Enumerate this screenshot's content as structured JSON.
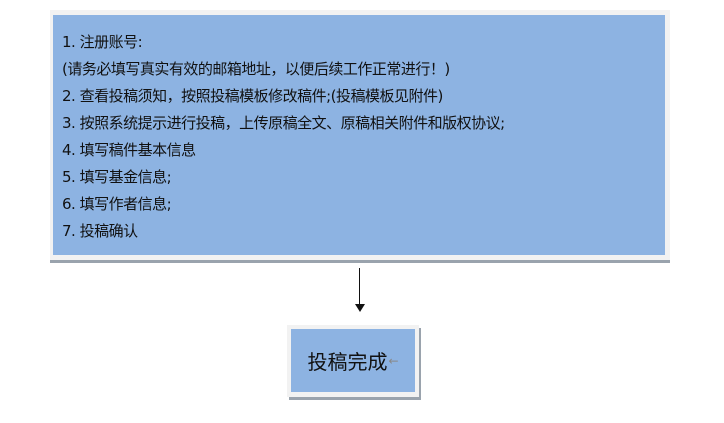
{
  "steps": [
    "1.  注册账号:",
    "(请务必填写真实有效的邮箱地址，以便后续工作正常进行！)",
    "2.  查看投稿须知，按照投稿模板修改稿件;(投稿模板见附件)",
    "3.  按照系统提示进行投稿，上传原稿全文、原稿相关附件和版权协议;",
    "4.  填写稿件基本信息",
    "5.  填写基金信息;",
    "6.  填写作者信息;",
    "7.  投稿确认"
  ],
  "final": {
    "label": "投稿完成",
    "mark": "←"
  },
  "colors": {
    "box": "#8db3e2",
    "frame": "#f2f2f2",
    "shadow": "#9aa3ad"
  }
}
